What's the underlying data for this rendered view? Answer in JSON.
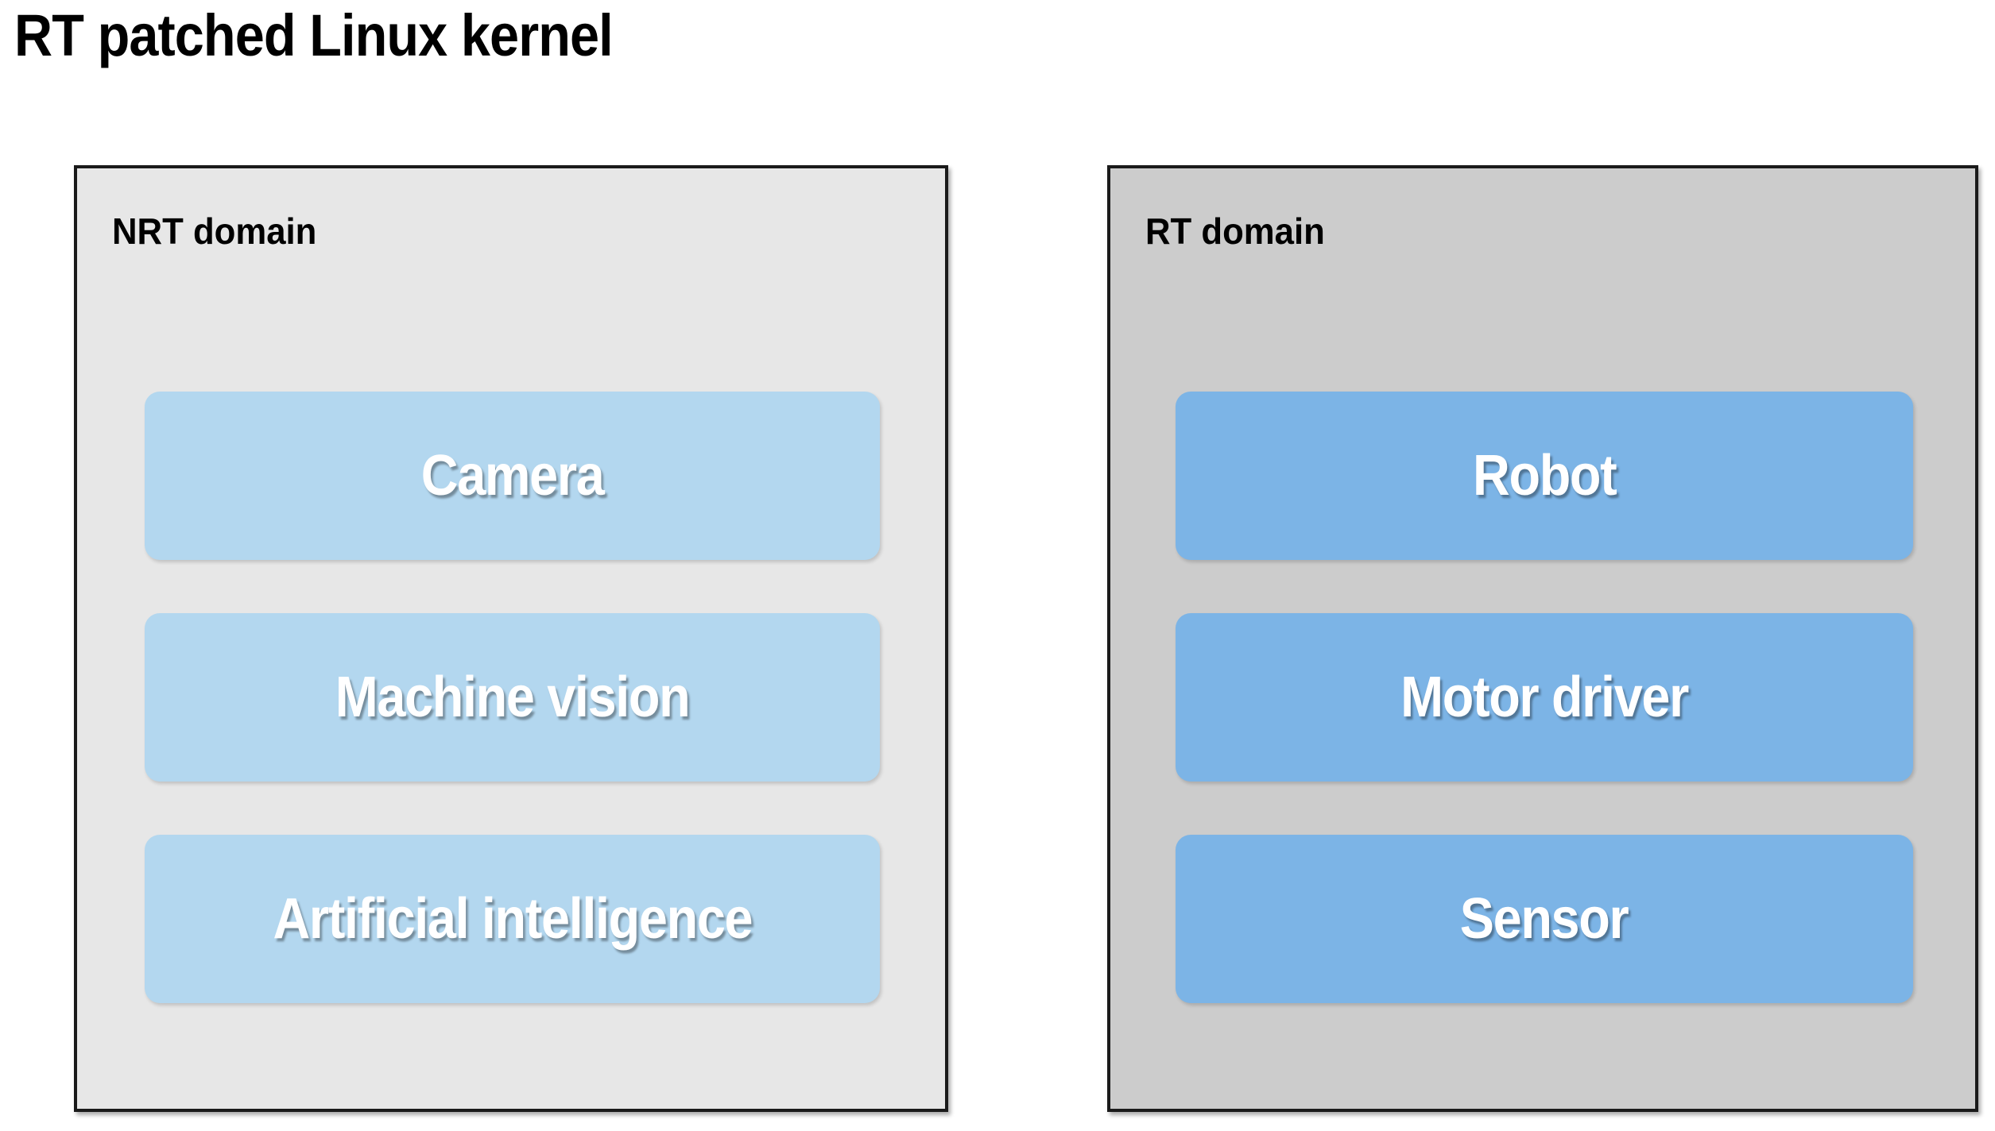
{
  "page_title": "RT patched Linux kernel",
  "colors": {
    "nrt_panel_bg": "#e7e7e7",
    "rt_panel_bg": "#cccccc",
    "panel_border": "#1a1a1a",
    "nrt_item_bg": "#b3d7ef",
    "rt_item_bg": "#7cb4e6",
    "item_text": "#ffffff",
    "title_text": "#000000",
    "page_bg": "#ffffff"
  },
  "panels": [
    {
      "id": "nrt",
      "label": "NRT domain",
      "items": [
        {
          "label": "Camera"
        },
        {
          "label": "Machine vision"
        },
        {
          "label": "Artificial intelligence"
        }
      ]
    },
    {
      "id": "rt",
      "label": "RT domain",
      "items": [
        {
          "label": "Robot"
        },
        {
          "label": "Motor driver"
        },
        {
          "label": "Sensor"
        }
      ]
    }
  ]
}
